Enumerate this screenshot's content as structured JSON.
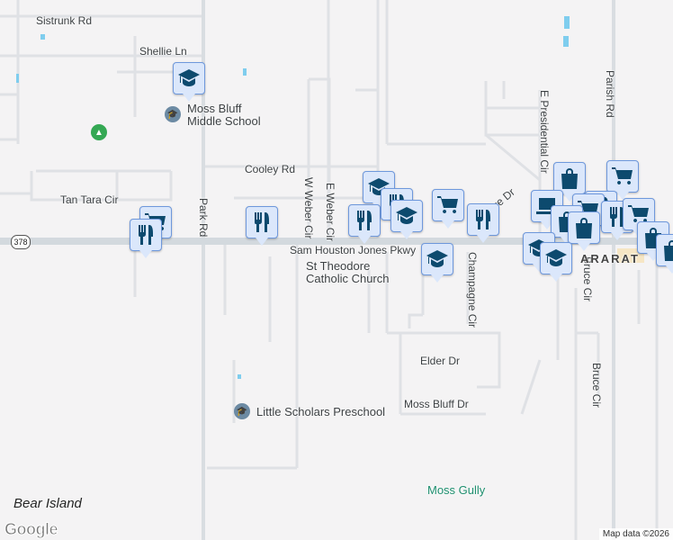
{
  "map": {
    "roads": [
      "Sistrunk Rd",
      "Shellie Ln",
      "Cooley Rd",
      "Tan Tara Cir",
      "Park Rd",
      "W Weber Cir",
      "E Weber Cir",
      "Sam Houston Jones Pkwy",
      "Champagne Cir",
      "E Presidential Cir",
      "Parish Rd",
      "Bruce Cir",
      "Bruce Cir",
      "Elder Dr",
      "Moss Bluff Dr",
      "ve Dr"
    ],
    "places": {
      "middle_school": "Moss Bluff Middle School",
      "church": "St Theodore Catholic Church",
      "preschool": "Little Scholars Preschool",
      "island": "Bear Island",
      "gully": "Moss Gully",
      "town": "ARARAT"
    },
    "highway_shield": "378",
    "attribution": "Map data ©2026",
    "logo": "Google",
    "marker_color": "#dbe7fb",
    "icon_color": "#0d4a6e",
    "markers": [
      "cart",
      "restaurant",
      "school",
      "restaurant",
      "school",
      "restaurant",
      "restaurant",
      "cart",
      "school",
      "restaurant",
      "school",
      "bag",
      "cart",
      "computer",
      "restaurant",
      "cart",
      "restaurant",
      "cart",
      "bag",
      "bag",
      "bag",
      "bag",
      "school",
      "school"
    ]
  }
}
